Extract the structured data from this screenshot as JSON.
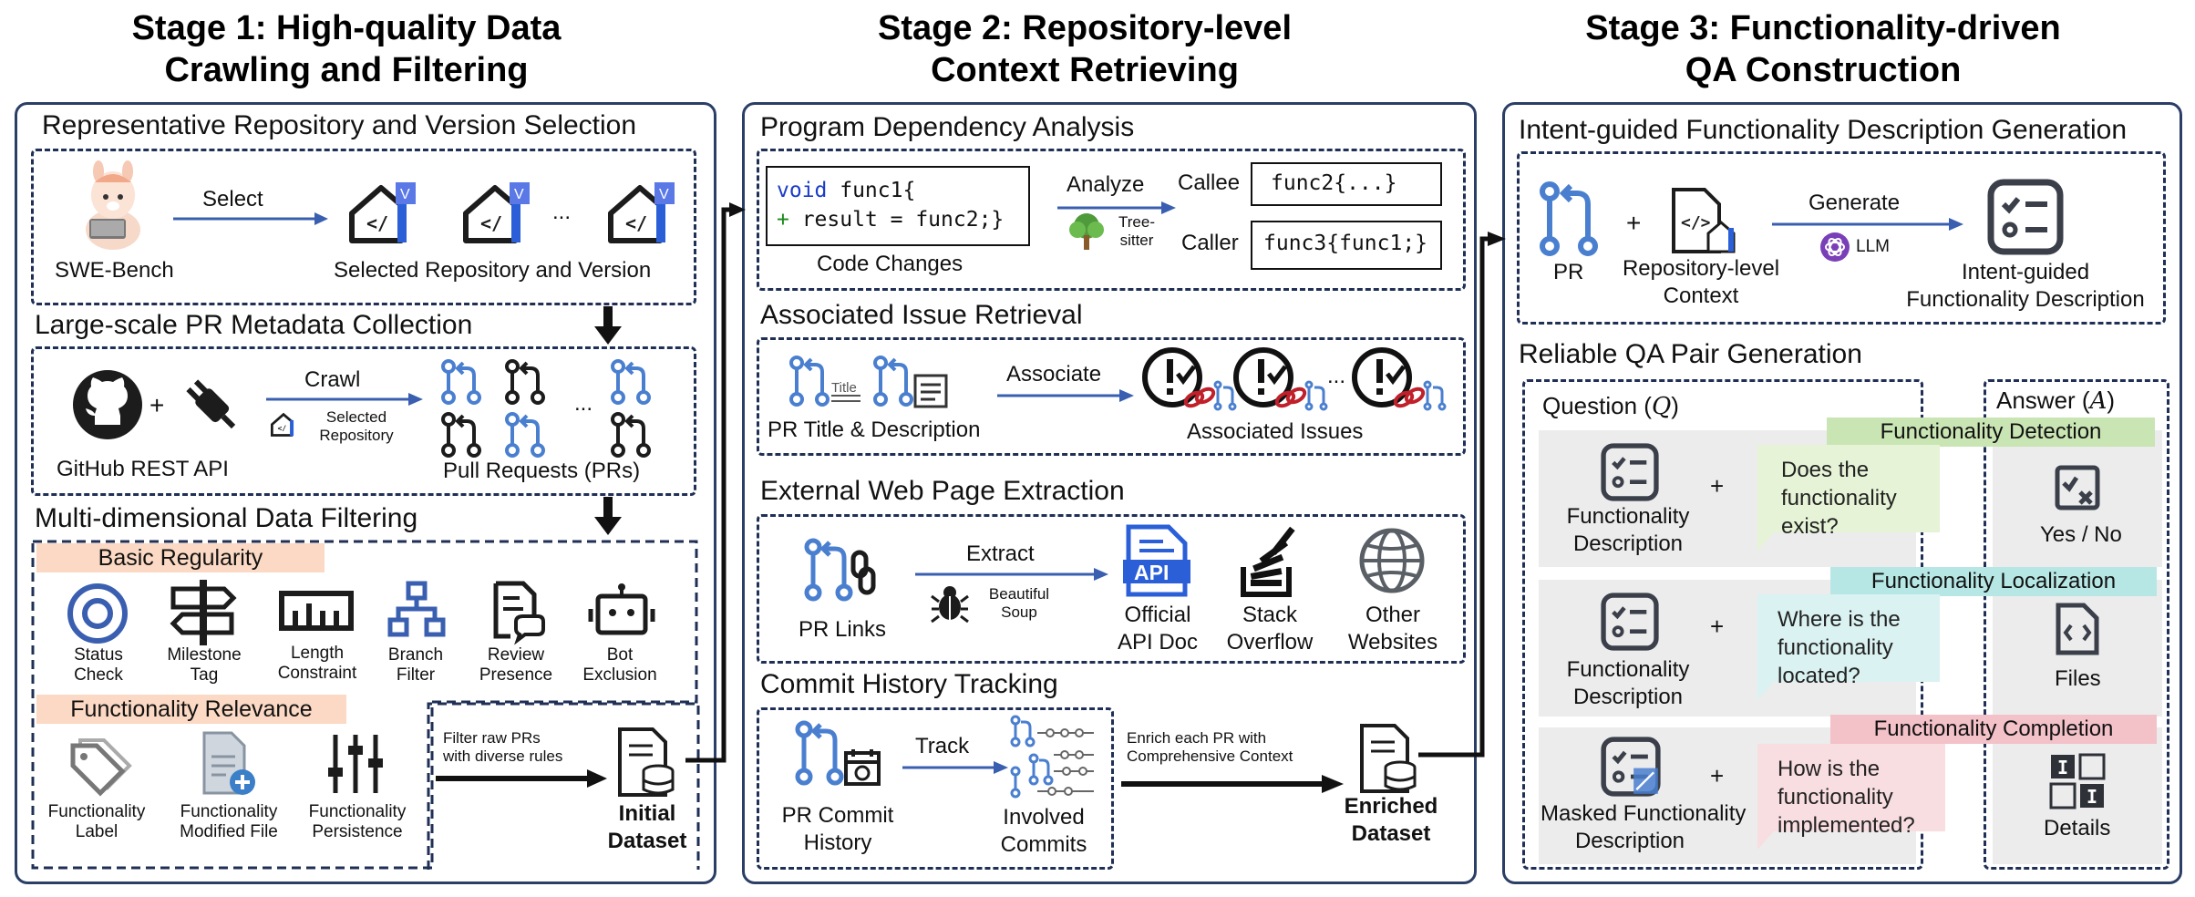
{
  "stages": {
    "s1": {
      "line1": "Stage 1: High-quality Data",
      "line2": "Crawling and Filtering"
    },
    "s2": {
      "line1": "Stage 2: Repository-level",
      "line2": "Context Retrieving"
    },
    "s3": {
      "line1": "Stage 3: Functionality-driven",
      "line2": "QA Construction"
    }
  },
  "stage1": {
    "repo_title": "Representative Repository and Version Selection",
    "select_label": "Select",
    "swe_bench": "SWE-Bench",
    "ellipsis": "...",
    "selected_repo_version": "Selected Repository and Version",
    "version_badge": "V",
    "pr_title": "Large-scale PR Metadata Collection",
    "plus": "+",
    "crawl_label": "Crawl",
    "selected_repository_line1": "Selected",
    "selected_repository_line2": "Repository",
    "github_api": "GitHub REST API",
    "pull_requests": "Pull Requests (PRs)",
    "filter_title": "Multi-dimensional Data Filtering",
    "basic_regularity": "Basic Regularity",
    "basic_items": [
      {
        "l1": "Status",
        "l2": "Check"
      },
      {
        "l1": "Milestone",
        "l2": "Tag"
      },
      {
        "l1": "Length",
        "l2": "Constraint"
      },
      {
        "l1": "Branch",
        "l2": "Filter"
      },
      {
        "l1": "Review",
        "l2": "Presence"
      },
      {
        "l1": "Bot",
        "l2": "Exclusion"
      }
    ],
    "functionality_relevance": "Functionality Relevance",
    "relevance_items": [
      {
        "l1": "Functionality",
        "l2": "Label"
      },
      {
        "l1": "Functionality",
        "l2": "Modified File"
      },
      {
        "l1": "Functionality",
        "l2": "Persistence"
      }
    ],
    "filter_raw_l1": "Filter raw PRs",
    "filter_raw_l2": "with diverse rules",
    "initial_l1": "Initial",
    "initial_l2": "Dataset"
  },
  "stage2": {
    "dep_title": "Program Dependency Analysis",
    "code_void": "void",
    "code_func1": " func1{",
    "code_plus": "+",
    "code_line2": " result = func2;}",
    "code_changes": "Code Changes",
    "analyze": "Analyze",
    "tree_sitter_l1": "Tree-",
    "tree_sitter_l2": "sitter",
    "callee": "Callee",
    "callee_code": "func2{...}",
    "caller": "Caller",
    "caller_code": "func3{func1;}",
    "issue_title": "Associated Issue Retrieval",
    "title_word": "Title",
    "pr_title_desc": "PR Title & Description",
    "associate": "Associate",
    "associated_issues": "Associated Issues",
    "ellipsis": "...",
    "web_title": "External Web Page Extraction",
    "extract": "Extract",
    "beautiful_soup_l1": "Beautiful",
    "beautiful_soup_l2": "Soup",
    "pr_links": "PR Links",
    "api_badge": "API",
    "official_api_l1": "Official",
    "official_api_l2": "API Doc",
    "stack_l1": "Stack",
    "stack_l2": "Overflow",
    "other_l1": "Other",
    "other_l2": "Websites",
    "commit_title": "Commit History Tracking",
    "track": "Track",
    "pr_commit_l1": "PR Commit",
    "pr_commit_l2": "History",
    "involved_l1": "Involved",
    "involved_l2": "Commits",
    "enrich_l1": "Enrich each PR with",
    "enrich_l2": "Comprehensive Context",
    "enriched_l1": "Enriched",
    "enriched_l2": "Dataset"
  },
  "stage3": {
    "intent_title": "Intent-guided Functionality Description Generation",
    "pr": "PR",
    "plus": "+",
    "repo_ctx_l1": "Repository-level",
    "repo_ctx_l2": "Context",
    "generate": "Generate",
    "llm": "LLM",
    "intent_l1": "Intent-guided",
    "intent_l2": "Functionality Description",
    "reliable_title": "Reliable QA Pair Generation",
    "question_header": "Question (",
    "question_symbol": "Q",
    "answer_header": "Answer (",
    "answer_symbol": "A",
    "close_paren": ")",
    "rows": [
      {
        "tag": "Functionality Detection",
        "tag_color": "#c9e5b4",
        "desc_l1": "Functionality",
        "desc_l2": "Description",
        "q1": "Does the",
        "q2": "functionality",
        "q3": "exist?",
        "bubble_color": "#e6f3d6",
        "answer": "Yes / No"
      },
      {
        "tag": "Functionality Localization",
        "tag_color": "#b6e7e4",
        "desc_l1": "Functionality",
        "desc_l2": "Description",
        "q1": "Where is the",
        "q2": "functionality",
        "q3": "located?",
        "bubble_color": "#daf2f1",
        "answer": "Files"
      },
      {
        "tag": "Functionality Completion",
        "tag_color": "#f3c1c8",
        "desc_l1": "Masked Functionality",
        "desc_l2": "Description",
        "q1": "How is the",
        "q2": "functionality",
        "q3": "implemented?",
        "bubble_color": "#f8dde1",
        "answer": "Details"
      }
    ],
    "details_glyph": "I"
  },
  "colors": {
    "border": "#1f2f55",
    "arrow_blue": "#3a5fb0",
    "pr_blue": "#4a7fd0",
    "peach": "#fbd9c4",
    "code_blue": "#1a3cc8",
    "code_green": "#1c8a1c"
  }
}
